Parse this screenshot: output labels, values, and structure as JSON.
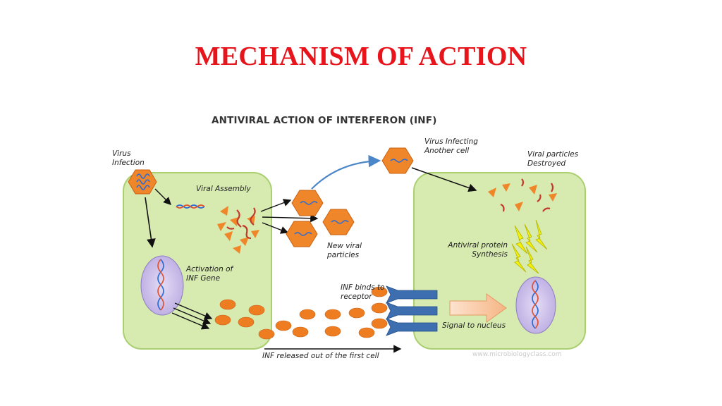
{
  "slide": {
    "title": "MECHANISM OF ACTION"
  },
  "diagram": {
    "heading": "ANTIVIRAL ACTION OF INTERFERON (INF)",
    "labels": {
      "virus_infection": "Virus\nInfection",
      "viral_assembly": "Viral Assembly",
      "new_viral_particles": "New viral\nparticles",
      "activation_inf_gene": "Activation of\nINF Gene",
      "inf_binds_receptor": "INF binds to\nreceptor",
      "inf_released": "INF released out of the first cell",
      "virus_infecting_another": "Virus  Infecting\nAnother cell",
      "viral_particles_destroyed": "Viral particles\nDestroyed",
      "antiviral_protein_synthesis": "Antiviral protein\nSynthesis",
      "signal_to_nucleus": "Signal to nucleus"
    },
    "watermark": "www.microbiologyclass.com",
    "colors": {
      "cell_fill": "#d7ebb0",
      "cell_stroke": "#a9cf6f",
      "virus_orange": "#f0862a",
      "inf_orange": "#ee7d22",
      "nucleus_fill": "#cfc2ec",
      "receptor_blue": "#3d6fb0",
      "protein_yellow": "#f4f20a",
      "title_red": "#e8141b"
    }
  }
}
